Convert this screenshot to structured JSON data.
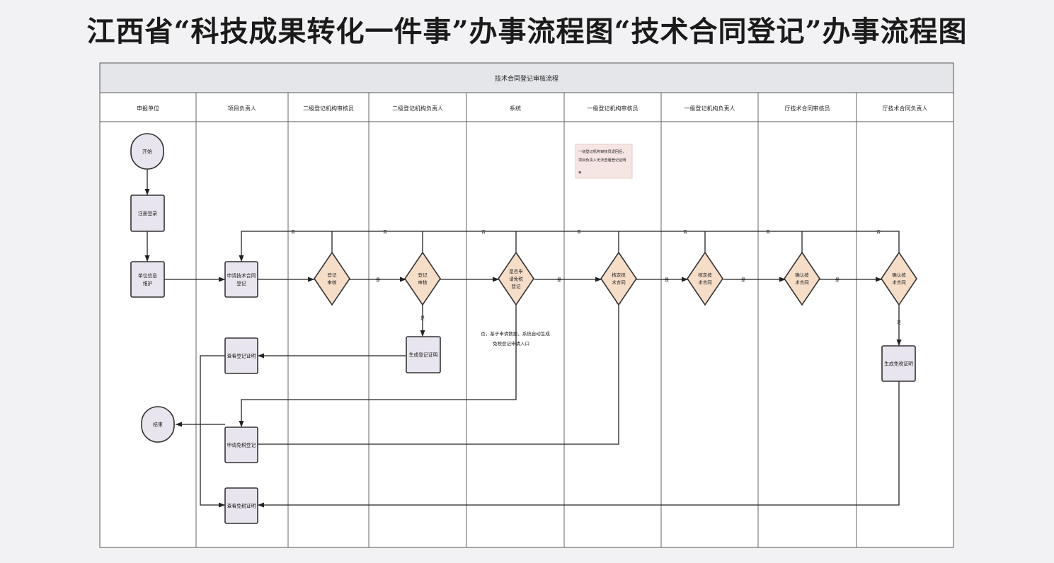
{
  "title": "江西省“科技成果转化一件事”办事流程图“技术合同登记”办事流程图",
  "diagram": {
    "header": "技术合同登记审核流程",
    "lanes": [
      "申报单位",
      "项目负责人",
      "二级登记机构审核员",
      "二级登记机构负责人",
      "系统",
      "一级登记机构审核员",
      "一级登记机构负责人",
      "厅技术合同审核员",
      "厅技术合同负责人"
    ],
    "nodes": {
      "start": "开始",
      "register": [
        "注册登录"
      ],
      "unit_info": [
        "单位信息",
        "维护"
      ],
      "apply": [
        "申请技术合同",
        "登记"
      ],
      "review2": [
        "登记",
        "审核"
      ],
      "approve2": [
        "登记",
        "审核"
      ],
      "system_check": [
        "是否申",
        "请免税",
        "登记"
      ],
      "review1": [
        "核定技",
        "术合同"
      ],
      "approve1": [
        "核定技",
        "术合同"
      ],
      "review0": [
        "确认技",
        "术合同"
      ],
      "approve0": [
        "确认技",
        "术合同"
      ],
      "gen_cert": [
        "生成登记证明"
      ],
      "view_cert": [
        "查看登记证明"
      ],
      "gen_exempt": [
        "生成免税证明"
      ],
      "apply_exempt": [
        "申请免税登记"
      ],
      "view_exempt": [
        "查看免税证明"
      ],
      "end": "结束"
    },
    "note": [
      "一级登记机构审核员退回后，",
      "项目负责人无法查看登记证明"
    ],
    "system_note": [
      "否，基于申请数据，系统自动生成",
      "免税登记申请入口"
    ],
    "edge_no": "否",
    "edge_yes": "是"
  }
}
